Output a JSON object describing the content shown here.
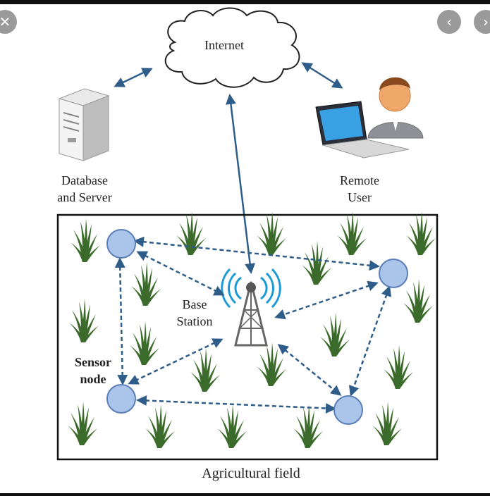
{
  "labels": {
    "internet": "Internet",
    "database_line1": "Database",
    "database_line2": "and Server",
    "remote_line1": "Remote",
    "remote_line2": "User",
    "base_line1": "Base",
    "base_line2": "Station",
    "sensor_line1": "Sensor",
    "sensor_line2": "node",
    "field": "Agricultural field"
  },
  "controls": {
    "close_glyph": "✕",
    "prev_glyph": "‹",
    "next_glyph": "›"
  },
  "colors": {
    "arrow": "#2f5d8a",
    "node_fill": "#aac4ea",
    "node_stroke": "#5a7fb8",
    "grass": "#3b6b2a",
    "signal": "#1a9ad6"
  }
}
